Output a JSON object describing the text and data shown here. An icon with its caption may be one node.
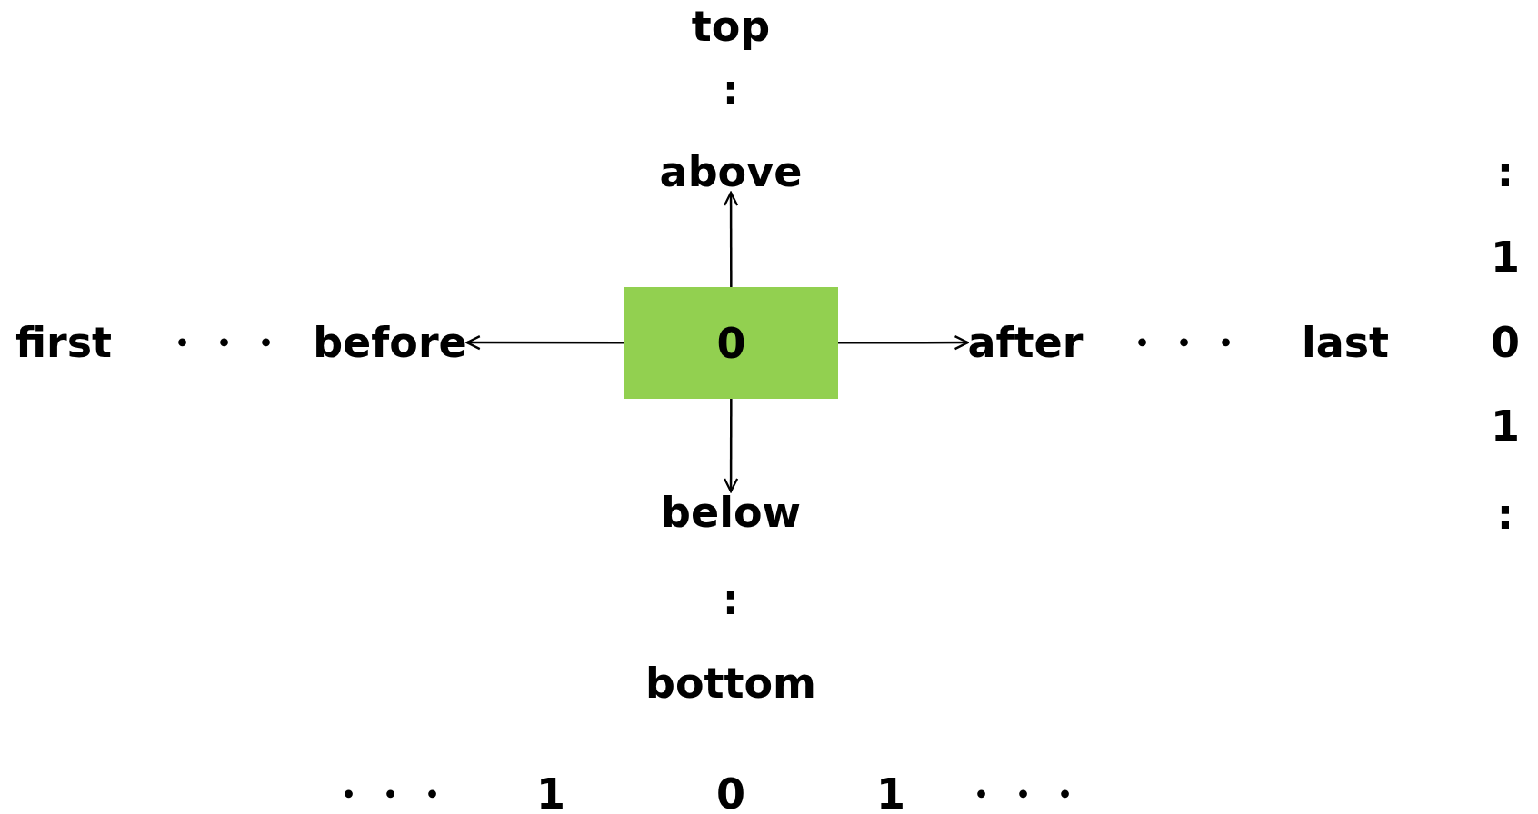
{
  "diagram": {
    "nodes": [
      {
        "text": [
          "above"
        ]
      },
      {
        "text": [
          "before"
        ]
      },
      {
        "text": [
          "0"
        ]
      },
      {
        "text": [
          "after"
        ]
      },
      {
        "text": [
          "below"
        ]
      }
    ],
    "edges": [
      {
        "from": 2,
        "to": 0,
        "arrow": "to"
      },
      {
        "from": 2,
        "to": 1,
        "arrow": "to"
      },
      {
        "from": 2,
        "to": 3,
        "arrow": "to"
      },
      {
        "from": 2,
        "to": 4,
        "arrow": "to"
      }
    ],
    "labels": [
      "top",
      ":",
      ":",
      "1",
      "first",
      "・・・",
      "・・・",
      "last",
      "0",
      "1",
      ":",
      ":",
      "bottom",
      "・・・",
      "1",
      "0",
      "1",
      "・・・"
    ]
  }
}
